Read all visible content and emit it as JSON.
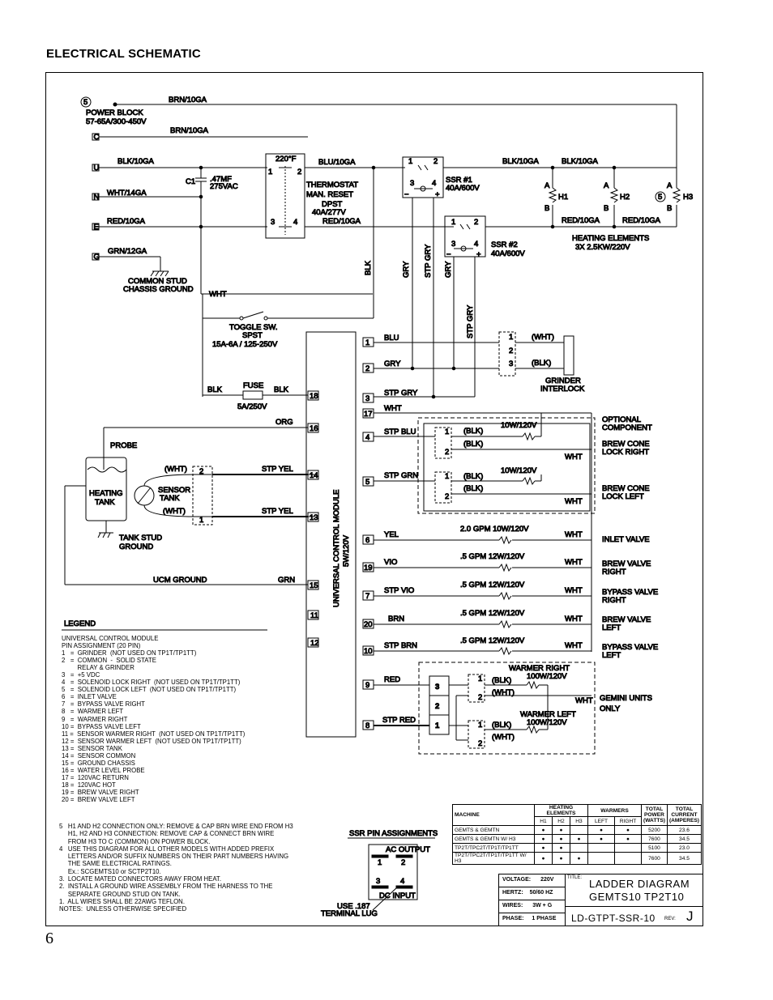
{
  "page": {
    "title": "ELECTRICAL SCHEMATIC",
    "number": "6"
  },
  "wires": {
    "brn_top": "BRN/10GA",
    "power_block_ref": "5",
    "power_block_line1": "POWER BLOCK",
    "power_block_line2": "57-65A/300-450V",
    "brn_c": "BRN/10GA",
    "blk_u": "BLK/10GA",
    "wht_n": "WHT/14GA",
    "red_e": "RED/10GA",
    "grn_g": "GRN/12GA",
    "blu": "BLU/10GA",
    "blk_ssr1": "BLK/10GA",
    "blk_h": "BLK/10GA",
    "red_thermo": "RED/10GA",
    "red_h1": "RED/10GA",
    "red_h2": "RED/10GA",
    "blk_v": "BLK",
    "gry1": "GRY",
    "stp_gry1": "STP GRY",
    "gry2": "GRY",
    "stp_gry2": "STP GRY",
    "wht": "WHT"
  },
  "terminals": {
    "c": "C",
    "u": "U",
    "n": "N",
    "e": "E",
    "g": "G"
  },
  "capacitor": {
    "ref": "C1",
    "value1": ".47MF",
    "value2": "275VAC"
  },
  "thermostat": {
    "temp": "220°F",
    "l1": "THERMOSTAT",
    "l2": "MAN. RESET",
    "l3": "DPST",
    "l4": "40A/277V",
    "p1": "1",
    "p2": "2",
    "p3": "3",
    "p4": "4"
  },
  "ssr1": {
    "name": "SSR #1",
    "rating": "40A/600V",
    "p1": "1",
    "p2": "2",
    "p3": "3",
    "p4": "4"
  },
  "ssr2": {
    "name": "SSR #2",
    "rating": "40A/600V",
    "p1": "1",
    "p2": "2",
    "p3": "3",
    "p4": "4"
  },
  "heaters": {
    "h1": "H1",
    "h2": "H2",
    "h3": "H3",
    "h3_ref": "5",
    "a": "A",
    "b": "B",
    "title": "HEATING ELEMENTS",
    "rating": "3X 2.5KW/220V"
  },
  "ground": {
    "l1": "COMMON STUD",
    "l2": "CHASSIS GROUND"
  },
  "toggle": {
    "l1": "TOGGLE SW.",
    "l2": "SPST",
    "l3": "15A-6A / 125-250V"
  },
  "fuse": {
    "label": "FUSE",
    "rating": "5A/250V",
    "blk_left": "BLK",
    "blk_right": "BLK"
  },
  "ucm": {
    "l1": "UNIVERSAL CONTROL MODULE",
    "l2": "5W/120V"
  },
  "left_pins": [
    "18",
    "16",
    "14",
    "13",
    "15",
    "11",
    "12"
  ],
  "right_pins": [
    "1",
    "2",
    "3",
    "17",
    "4",
    "5",
    "6",
    "19",
    "7",
    "20",
    "10",
    "9",
    "8"
  ],
  "left_wires": {
    "org": "ORG",
    "probe": "PROBE",
    "heating_tank_1": "HEATING",
    "heating_tank_2": "TANK",
    "sensor_1": "SENSOR",
    "sensor_2": "TANK",
    "wht1": "(WHT)",
    "wht2": "(WHT)",
    "stp_yel": "STP YEL",
    "yel": "STP YEL",
    "tank_stud_1": "TANK STUD",
    "tank_stud_2": "GROUND",
    "ucm_ground": "UCM GROUND",
    "grn": "GRN",
    "c2": "2",
    "c1": "1"
  },
  "right_wires": {
    "blu": "BLU",
    "gry": "GRY",
    "stp_gry": "STP GRY",
    "wht": "WHT",
    "stp_blu": "STP BLU",
    "stp_grn": "STP GRN",
    "yel": "YEL",
    "vio": "VIO",
    "stp_vio": "STP VIO",
    "brn": "BRN",
    "stp_brn": "STP BRN",
    "red": "RED",
    "stp_red": "STP RED"
  },
  "interlock": {
    "wht": "(WHT)",
    "blk": "(BLK)",
    "l1": "GRINDER",
    "l2": "INTERLOCK",
    "c1": "1",
    "c2": "2",
    "c3": "3"
  },
  "brew_cone": {
    "blk1": "(BLK)",
    "blk2": "(BLK)",
    "blk3": "(BLK)",
    "blk4": "(BLK)",
    "rating1": "10W/120V",
    "rating2": "10W/120V",
    "wht1": "WHT",
    "wht2": "WHT",
    "opt1": "OPTIONAL",
    "opt2": "COMPONENT",
    "right1": "BREW CONE",
    "right2": "LOCK RIGHT",
    "left1": "BREW CONE",
    "left2": "LOCK LEFT",
    "c1": "1",
    "c2": "2"
  },
  "valves": [
    {
      "rating": "2.0 GPM 10W/120V",
      "wht": "WHT",
      "name1": "INLET VALVE",
      "name2": ""
    },
    {
      "rating": ".5 GPM 12W/120V",
      "wht": "WHT",
      "name1": "BREW VALVE",
      "name2": "RIGHT"
    },
    {
      "rating": ".5 GPM 12W/120V",
      "wht": "WHT",
      "name1": "BYPASS VALVE",
      "name2": "RIGHT"
    },
    {
      "rating": ".5 GPM 12W/120V",
      "wht": "WHT",
      "name1": "BREW VALVE",
      "name2": "LEFT"
    },
    {
      "rating": ".5 GPM 12W/120V",
      "wht": "WHT",
      "name1": "BYPASS VALVE",
      "name2": "LEFT"
    }
  ],
  "warmers": {
    "right": "WARMER RIGHT",
    "left": "WARMER LEFT",
    "rating1": "100W/120V",
    "rating2": "100W/120V",
    "blk1": "(BLK)",
    "wht1": "(WHT)",
    "blk2": "(BLK)",
    "wht2": "(WHT)",
    "wht": "WHT",
    "gem1": "GEMINI UNITS",
    "gem2": "ONLY",
    "b3": "3",
    "b2": "2",
    "b1": "1",
    "c1": "1",
    "c2": "2"
  },
  "legend": {
    "title": "LEGEND",
    "lines": [
      "UNIVERSAL CONTROL MODULE",
      "PIN ASSIGNMENT (20 PIN)",
      "1   =  GRINDER  (NOT USED ON TP1T/TP1TT)",
      "2   =  COMMON  -  SOLID STATE",
      "         RELAY & GRINDER",
      "3   =  +5 VDC",
      "4   =  SOLENOID LOCK RIGHT  (NOT USED ON TP1T/TP1TT)",
      "5   =  SOLENOID LOCK LEFT  (NOT USED ON TP1T/TP1TT)",
      "6   =  INLET VALVE",
      "7   =  BYPASS VALVE RIGHT",
      "8   =  WARMER LEFT",
      "9   =  WARMER RIGHT",
      "10 =  BYPASS VALVE LEFT",
      "11 =  SENSOR WARMER RIGHT  (NOT USED ON TP1T/TP1TT)",
      "12 =  SENSOR WARMER LEFT  (NOT USED ON TP1T/TP1TT)",
      "13 =  SENSOR TANK",
      "14 =  SENSOR COMMON",
      "15 =  GROUND CHASSIS",
      "16 =  WATER LEVEL PROBE",
      "17 =  120VAC RETURN",
      "18 =  120VAC HOT",
      "19 =  BREW VALVE RIGHT",
      "20 =  BREW VALVE LEFT"
    ]
  },
  "notes": [
    "5   H1 AND H2 CONNECTION ONLY: REMOVE & CAP BRN WIRE END FROM H3",
    "     H1, H2 AND H3 CONNECTION: REMOVE CAP & CONNECT BRN WIRE",
    "     FROM H3 TO C (COMMON) ON POWER BLOCK.",
    "4   USE THIS DIAGRAM FOR ALL OTHER MODELS WITH ADDED PREFIX",
    "     LETTERS AND/OR SUFFIX NUMBERS ON THEIR PART NUMBERS HAVING",
    "     THE SAME ELECTRICAL RATINGS.",
    "     Ex.: SCGEMTS10 or SCTP2T10.",
    "3.  LOCATE MATED CONNECTORS AWAY FROM HEAT.",
    "2.  INSTALL A GROUND WIRE ASSEMBLY FROM THE HARNESS TO THE",
    "     SEPARATE GROUND STUD ON TANK.",
    "1.  ALL WIRES SHALL BE 22AWG TEFLON.",
    "NOTES:  UNLESS OTHERWISE SPECIFIED"
  ],
  "ssr_pins": {
    "title": "SSR PIN ASSIGNMENTS",
    "ac": "AC OUTPUT",
    "dc": "DC INPUT",
    "p1": "1",
    "p2": "2",
    "p3": "3",
    "p4": "4",
    "use1": "USE .187",
    "use2": "TERMINAL LUG"
  },
  "model_table": {
    "headers": {
      "machine": "MACHINE",
      "heating": "HEATING ELEMENTS",
      "warmers": "WARMERS",
      "power": "TOTAL POWER (WATTS)",
      "current": "TOTAL CURRENT (AMPERES)"
    },
    "sub": [
      "H1",
      "H2",
      "H3",
      "LEFT",
      "RIGHT"
    ],
    "rows": [
      {
        "machine": "GEMTS & GEMTN",
        "h1": "●",
        "h2": "●",
        "h3": "",
        "left": "●",
        "right": "●",
        "power": "5200",
        "current": "23.6"
      },
      {
        "machine": "GEMTS & GEMTN  W/ H3",
        "h1": "●",
        "h2": "●",
        "h3": "●",
        "left": "●",
        "right": "●",
        "power": "7600",
        "current": "34.5"
      },
      {
        "machine": "TP2T/TPC2T/TP1T/TP1TT",
        "h1": "●",
        "h2": "●",
        "h3": "",
        "left": "",
        "right": "",
        "power": "5100",
        "current": "23.0"
      },
      {
        "machine": "TP2T/TPC2T/TP1T/TP1TT  W/ H3",
        "h1": "●",
        "h2": "●",
        "h3": "●",
        "left": "",
        "right": "",
        "power": "7600",
        "current": "34.5"
      }
    ]
  },
  "title_block": {
    "voltage_label": "VOLTAGE:",
    "voltage": "220V",
    "hertz_label": "HERTZ:",
    "hertz": "50/60 HZ",
    "wires_label": "WIRES:",
    "wires": "3W + G",
    "phase_label": "PHASE:",
    "phase": "1 PHASE",
    "title_label": "TITLE:",
    "title1": "LADDER DIAGRAM",
    "title2": "GEMTS10 TP2T10",
    "doc": "LD-GTPT-SSR-10",
    "rev_label": "REV:",
    "rev": "J"
  }
}
